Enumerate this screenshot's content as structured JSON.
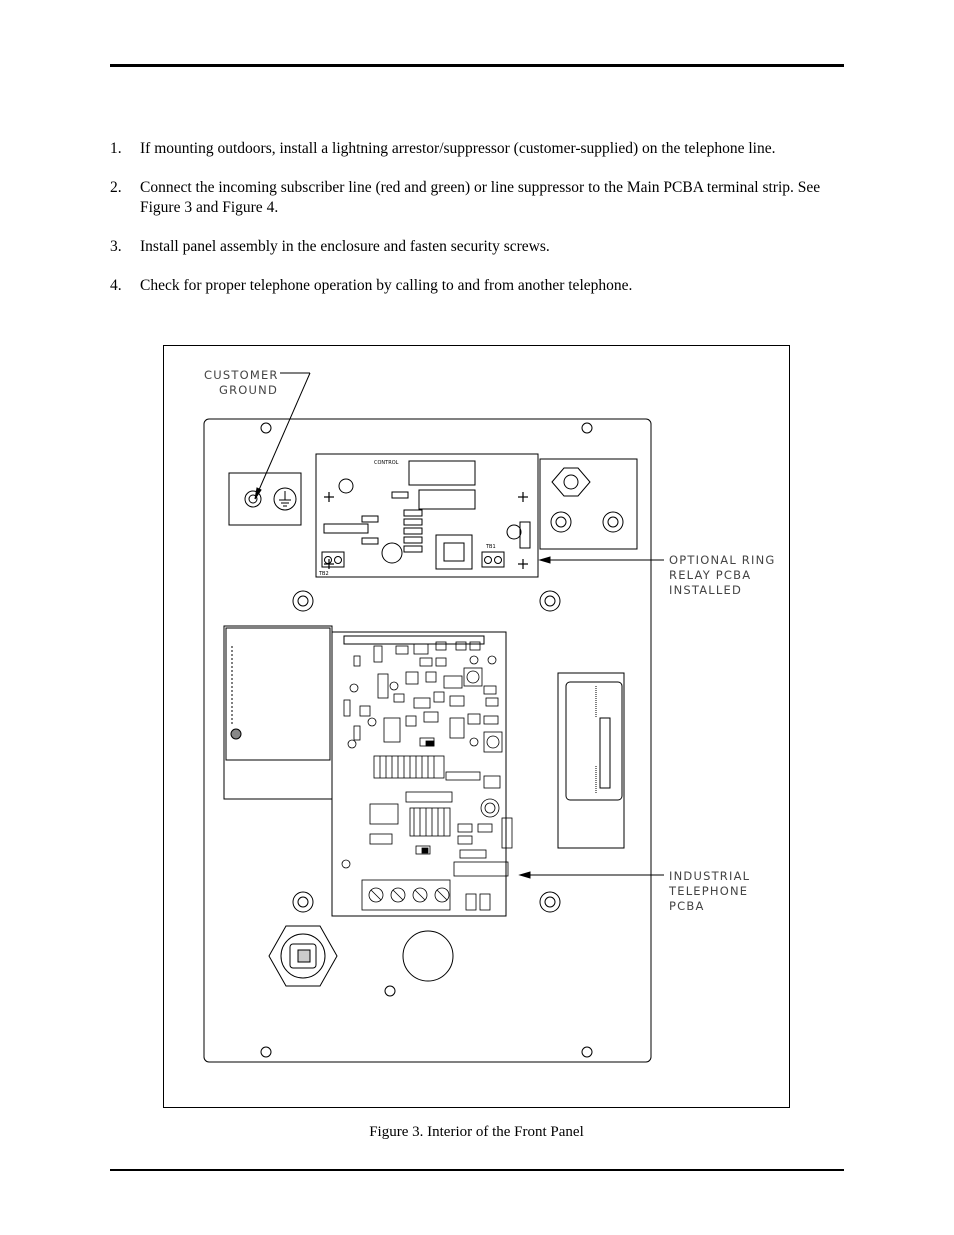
{
  "steps": [
    {
      "num": "1.",
      "text": "If mounting outdoors, install a lightning arrestor/suppressor (customer-supplied) on the telephone line."
    },
    {
      "num": "2.",
      "text": "Connect the incoming subscriber line (red and green) or line suppressor to the Main PCBA terminal strip.  See Figure 3 and Figure 4."
    },
    {
      "num": "3.",
      "text": "Install panel assembly in the enclosure and fasten security screws."
    },
    {
      "num": "4.",
      "text": "Check for proper telephone operation by calling to and from another telephone."
    }
  ],
  "figure": {
    "callouts": {
      "customer_ground": [
        "CUSTOMER",
        "GROUND"
      ],
      "ring_relay": [
        "OPTIONAL RING",
        "RELAY PCBA",
        "INSTALLED"
      ],
      "telephone_pcba": [
        "INDUSTRIAL",
        "TELEPHONE",
        "PCBA"
      ]
    },
    "board_markings": {
      "control": "CONTROL",
      "tb1": "TB1",
      "tb2": "TB2"
    },
    "caption": "Figure 3.  Interior of the Front Panel"
  }
}
